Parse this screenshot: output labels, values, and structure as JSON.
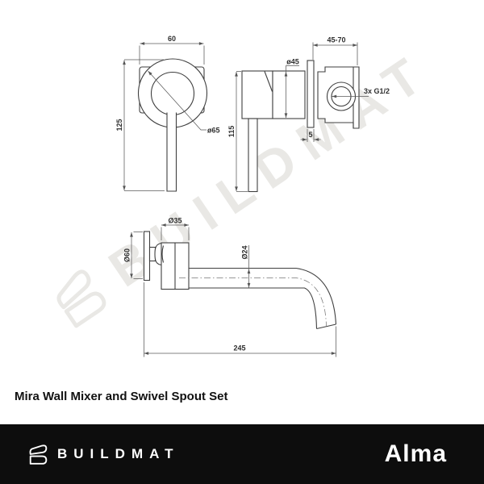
{
  "title": "Mira Wall Mixer and Swivel Spout Set",
  "watermark": {
    "text": "BUILDMAT"
  },
  "footer": {
    "brand": "BUILDMAT",
    "product": "Alma"
  },
  "colors": {
    "outline": "#3f3f3f",
    "dimension_line": "#5a5a5a",
    "watermark": "#e9e8e5",
    "footer_bar": "#0d0d0d",
    "footer_text": "#ffffff"
  },
  "mixer_front": {
    "dim_width": "60",
    "dim_height": "125",
    "dim_outer_diameter": "ø65"
  },
  "mixer_side": {
    "dim_depth_range": "45-70",
    "dim_body_diameter": "ø45",
    "dim_height": "115",
    "dim_plate_thickness": "5",
    "dim_thread": "3x G1/2"
  },
  "spout": {
    "dim_body_diameter": "Ø35",
    "dim_flange_diameter": "Ø60",
    "dim_tube_diameter": "Ø24",
    "dim_length": "245"
  }
}
